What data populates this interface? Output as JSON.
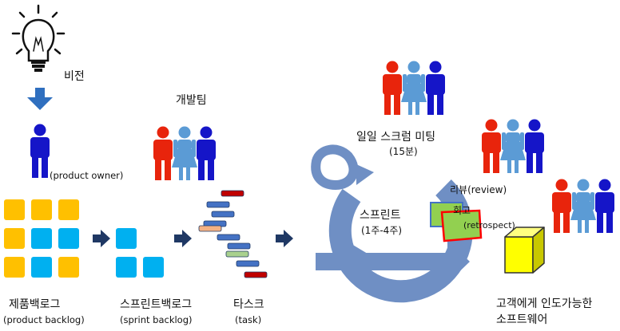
{
  "vision": {
    "label": "비전"
  },
  "product_owner": {
    "label": "(product owner)"
  },
  "dev_team": {
    "label": "개발팀"
  },
  "daily_scrum": {
    "title": "일일 스크럼 미팅",
    "duration": "(15분)"
  },
  "sprint": {
    "title": "스프린트",
    "duration": "(1주-4주)"
  },
  "review": {
    "label": "리뷰(review)"
  },
  "retrospect": {
    "title": "회고",
    "subtitle": "(retrospect)"
  },
  "product_backlog": {
    "title": "제품백로그",
    "subtitle": "(product backlog)"
  },
  "sprint_backlog": {
    "title": "스프린트백로그",
    "subtitle": "(sprint backlog)"
  },
  "tasks": {
    "title": "타스크",
    "subtitle": "(task)"
  },
  "deliverable": {
    "line1": "고객에게 인도가능한",
    "line2": "소프트웨어"
  },
  "colors": {
    "person_blue": "#1515c8",
    "person_red": "#e8240c",
    "person_lightblue": "#5b9bd5",
    "backlog_yellow": "#ffc000",
    "backlog_cyan": "#00b0f0",
    "arrow_navy": "#1f3864",
    "cycle_blue": "#6f8fc4",
    "review_green": "#92d050",
    "retro_red": "#ff0000",
    "deliverable_yellow": "#ffff00"
  },
  "task_bar_colors": [
    "#c00000",
    "#4472c4",
    "#4472c4",
    "#4472c4",
    "#f4b183",
    "#4472c4",
    "#4472c4",
    "#a9d18e",
    "#4472c4",
    "#c00000"
  ]
}
